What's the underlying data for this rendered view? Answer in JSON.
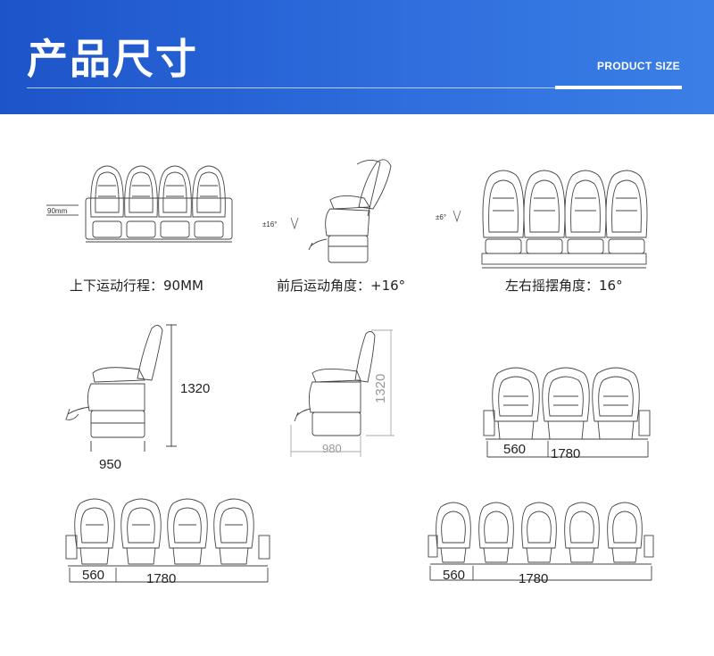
{
  "header": {
    "title": "产品尺寸",
    "subtitle": "PRODUCT SIZE"
  },
  "figures": {
    "up_down": {
      "caption": "上下运动行程：90MM",
      "tag": "90mm"
    },
    "front_back": {
      "caption": "前后运动角度：+16°",
      "tag": "±16°"
    },
    "left_right": {
      "caption": "左右摇摆角度：16°",
      "tag": "±6°"
    },
    "side_left": {
      "height": "1320",
      "depth": "950"
    },
    "side_right": {
      "height": "1320",
      "depth": "980"
    },
    "row3": {
      "seat": "560",
      "total": "1780"
    },
    "row4": {
      "seat": "560",
      "total": "1780"
    },
    "row5": {
      "seat": "560",
      "total": "1780"
    }
  }
}
